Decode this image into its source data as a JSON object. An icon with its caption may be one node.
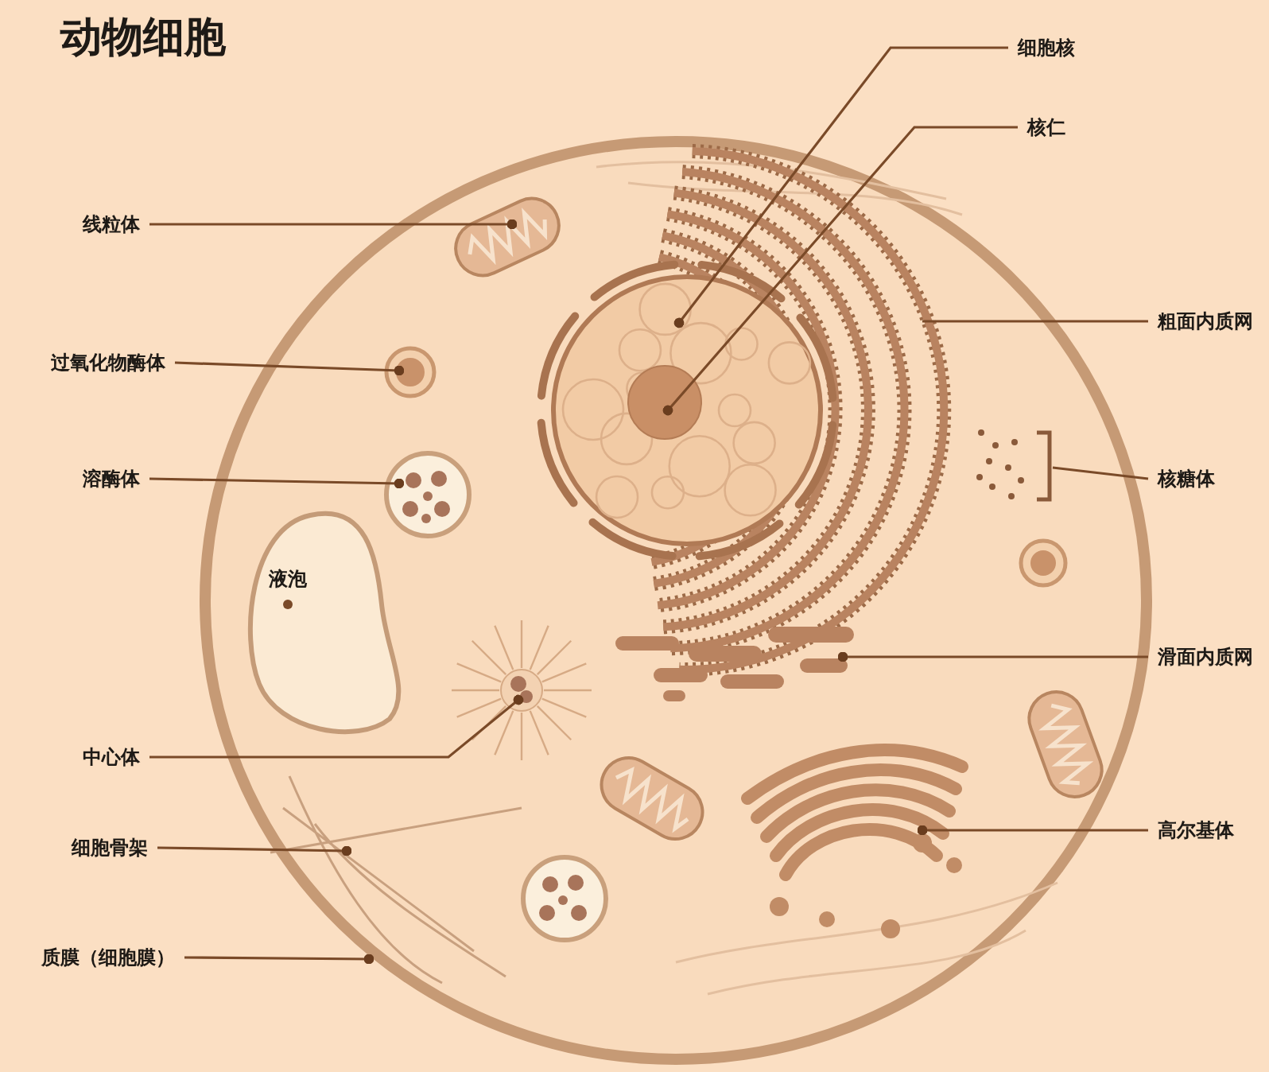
{
  "diagram": {
    "title": "动物细胞",
    "nodes": [
      {
        "text": [],
        "shape": "circle"
      },
      {
        "text": [],
        "shape": "picture",
        "in": 0
      },
      {
        "text": [],
        "shape": "picture",
        "in": 1
      },
      {
        "text": [],
        "shape": "picture",
        "in": 0
      },
      {
        "text": [],
        "shape": "picture",
        "in": 0
      },
      {
        "text": [],
        "shape": "picture",
        "in": 0
      },
      {
        "text": [],
        "shape": "picture",
        "in": 0
      },
      {
        "text": [],
        "shape": "picture",
        "in": 0
      },
      {
        "text": [
          "液泡"
        ],
        "in": 0
      },
      {
        "text": [],
        "shape": "picture",
        "in": 0
      },
      {
        "text": [],
        "shape": "picture",
        "in": 0
      },
      {
        "text": [],
        "shape": "picture",
        "in": 0
      },
      {
        "text": [],
        "shape": "picture",
        "in": 0
      },
      {
        "text": [
          "细胞核"
        ]
      },
      {
        "text": [
          "核仁"
        ]
      },
      {
        "text": [
          "线粒体"
        ]
      },
      {
        "text": [
          "过氧化物酶体"
        ]
      },
      {
        "text": [
          "粗面内质网"
        ]
      },
      {
        "text": [
          "溶酶体"
        ]
      },
      {
        "text": [
          "核糖体"
        ]
      },
      {
        "text": [
          "滑面内质网"
        ]
      },
      {
        "text": [
          "中心体"
        ]
      },
      {
        "text": [
          "高尔基体"
        ]
      },
      {
        "text": [
          "细胞骨架"
        ]
      },
      {
        "text": [
          "质膜（细胞膜）"
        ]
      }
    ],
    "edges": [
      {
        "from": 13,
        "to": 1,
        "arrow": "other"
      },
      {
        "from": 14,
        "to": 2,
        "arrow": "other"
      },
      {
        "from": 15,
        "to": 3,
        "arrow": "other"
      },
      {
        "from": 16,
        "to": 4,
        "arrow": "other"
      },
      {
        "from": 17,
        "to": 5,
        "arrow": "none"
      },
      {
        "from": 18,
        "to": 6,
        "arrow": "other"
      },
      {
        "from": 19,
        "to": 7,
        "arrow": "none"
      },
      {
        "from": 20,
        "to": 9,
        "arrow": "other"
      },
      {
        "from": 21,
        "to": 10,
        "arrow": "other"
      },
      {
        "from": 22,
        "to": 11,
        "arrow": "other"
      },
      {
        "from": 23,
        "to": 12,
        "arrow": "other"
      },
      {
        "from": 24,
        "to": 0,
        "arrow": "other"
      }
    ]
  }
}
